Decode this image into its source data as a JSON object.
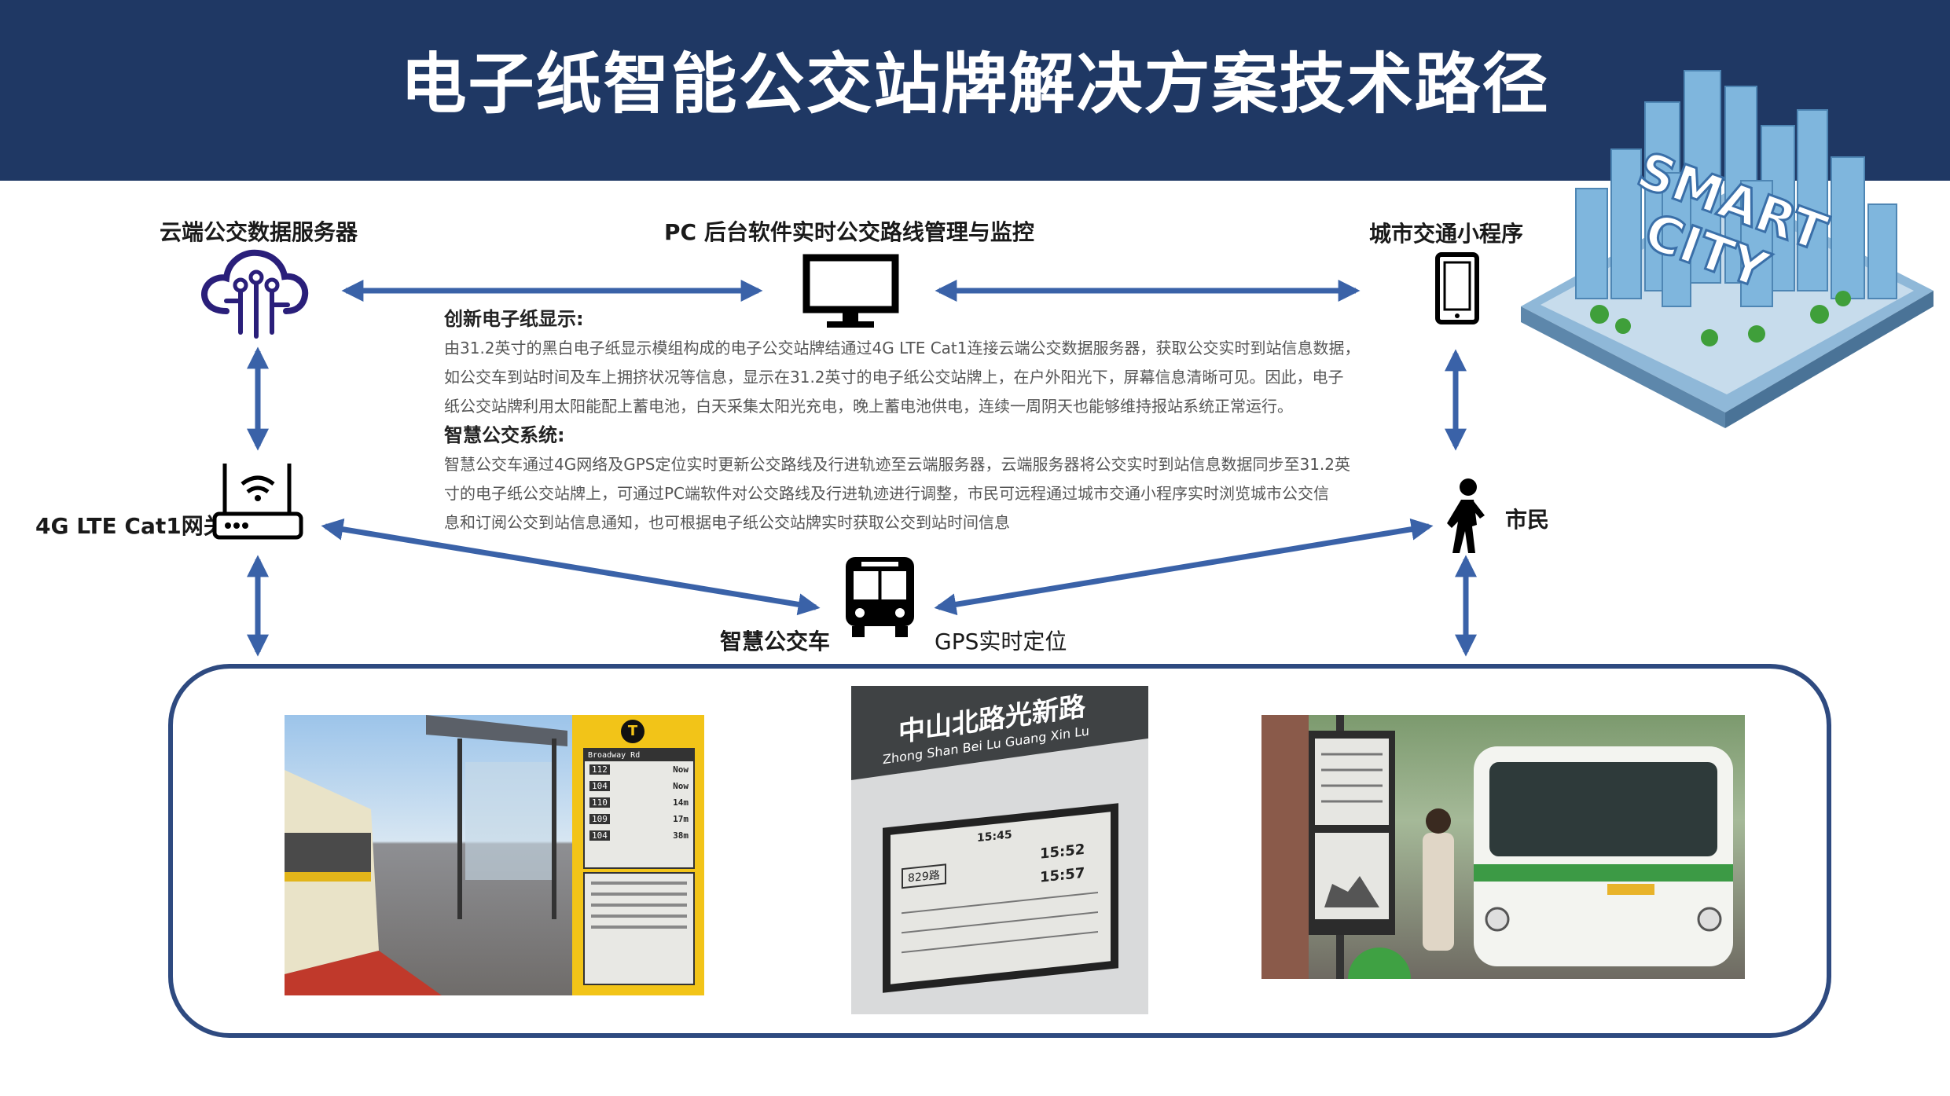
{
  "header": {
    "title": "电子纸智能公交站牌解决方案技术路径"
  },
  "nodes": {
    "cloud_server": "云端公交数据服务器",
    "pc_backend": "PC 后台软件实时公交路线管理与监控",
    "city_app": "城市交通小程序",
    "gateway": "4G LTE Cat1网关",
    "citizen": "市民",
    "smart_bus": "智慧公交车",
    "gps": "GPS实时定位"
  },
  "description": {
    "heading1": "创新电子纸显示:",
    "lines1": [
      "由31.2英寸的黑白电子纸显示模组构成的电子公交站牌结通过4G LTE Cat1连接云端公交数据服务器，获取公交实时到站信息数据，",
      "如公交车到站时间及车上拥挤状况等信息，显示在31.2英寸的电子纸公交站牌上，在户外阳光下，屏幕信息清晰可见。因此，电子",
      "纸公交站牌利用太阳能配上蓄电池，白天采集太阳光充电，晚上蓄电池供电，连续一周阴天也能够维持报站系统正常运行。"
    ],
    "heading2": "智慧公交系统:",
    "lines2": [
      "智慧公交车通过4G网络及GPS定位实时更新公交路线及行进轨迹至云端服务器，云端服务器将公交实时到站信息数据同步至31.2英",
      "寸的电子纸公交站牌上，可通过PC端软件对公交路线及行进轨迹进行调整，市民可远程通过城市交通小程序实时浏览城市公交信",
      "息和订阅公交到站信息通知，也可根据电子纸公交站牌实时获取公交到站时间信息"
    ]
  },
  "badge": {
    "line1": "SMART",
    "line2": "CITY"
  },
  "photos": {
    "left_sign": {
      "stop_name": "Broadway Rd",
      "rows": [
        {
          "route": "112",
          "eta": "Now"
        },
        {
          "route": "104",
          "eta": "Now"
        },
        {
          "route": "110",
          "eta": "14m"
        },
        {
          "route": "109",
          "eta": "17m"
        },
        {
          "route": "104",
          "eta": "38m"
        }
      ]
    },
    "middle_sign": {
      "station_cn": "中山北路光新路",
      "station_pinyin": "Zhong Shan Bei Lu Guang Xin Lu",
      "time": "15:45",
      "rows": [
        {
          "route": "829路",
          "eta": "15:52"
        },
        {
          "route": "",
          "eta": "15:57"
        }
      ]
    }
  },
  "colors": {
    "banner": "#1f3864",
    "arrow": "#3a62a8",
    "frame": "#2e4a80",
    "icon_purple": "#2a1f7a"
  }
}
